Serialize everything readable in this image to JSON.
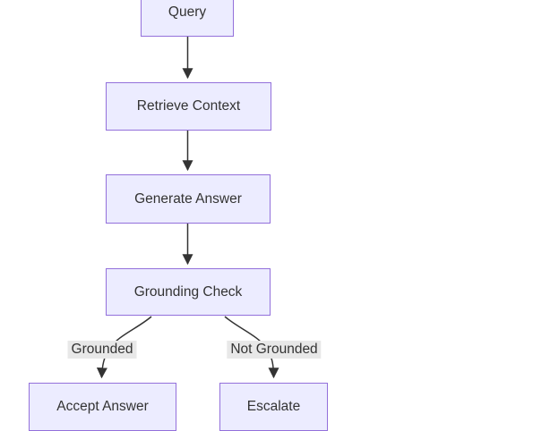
{
  "diagram": {
    "type": "flowchart",
    "direction": "top-down",
    "colors": {
      "background": "#ffffff",
      "node_fill": "#ECECFF",
      "node_border": "#9370DB",
      "text": "#333333",
      "edge": "#333333",
      "edge_label_bg": "#e8e8e8"
    },
    "nodes": [
      {
        "label": "Query"
      },
      {
        "label": "Retrieve Context"
      },
      {
        "label": "Generate Answer"
      },
      {
        "label": "Grounding Check"
      },
      {
        "label": "Accept Answer"
      },
      {
        "label": "Escalate"
      }
    ],
    "edges": [
      {
        "from": "Query",
        "to": "Retrieve Context",
        "label": ""
      },
      {
        "from": "Retrieve Context",
        "to": "Generate Answer",
        "label": ""
      },
      {
        "from": "Generate Answer",
        "to": "Grounding Check",
        "label": ""
      },
      {
        "from": "Grounding Check",
        "to": "Accept Answer",
        "label": "Grounded"
      },
      {
        "from": "Grounding Check",
        "to": "Escalate",
        "label": "Not Grounded"
      }
    ]
  }
}
